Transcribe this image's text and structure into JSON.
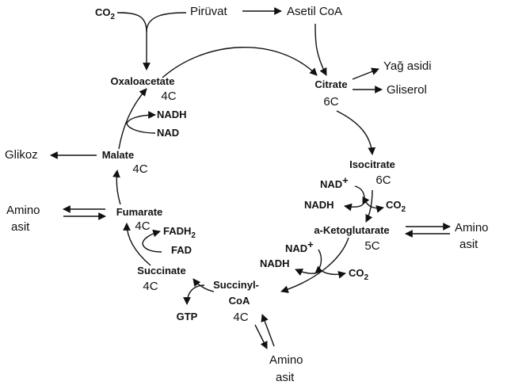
{
  "colors": {
    "ink": "#111111",
    "background": "#ffffff"
  },
  "inputs": {
    "co2": {
      "base": "CO",
      "sub": "2"
    },
    "piruvat": "Pirüvat",
    "asetil_coa": "Asetil CoA"
  },
  "intermediates": {
    "oxaloacetate": {
      "name": "Oxaloacetate",
      "carbons": "4C"
    },
    "citrate": {
      "name": "Citrate",
      "carbons": "6C"
    },
    "isocitrate": {
      "name": "Isocitrate",
      "carbons": "6C"
    },
    "ketoglutarate": {
      "name": "a-Ketoglutarate",
      "carbons": "5C"
    },
    "succinyl_coa": {
      "name_line1": "Succinyl-",
      "name_line2": "CoA",
      "carbons": "4C"
    },
    "succinate": {
      "name": "Succinate",
      "carbons": "4C"
    },
    "fumarate": {
      "name": "Fumarate",
      "carbons": "4C"
    },
    "malate": {
      "name": "Malate",
      "carbons": "4C"
    }
  },
  "outputs": {
    "yag_asidi": "Yağ asidi",
    "gliserol": "Gliserol",
    "glikoz": "Glikoz",
    "amino_left": {
      "line1": "Amino",
      "line2": "asit"
    },
    "amino_right": {
      "line1": "Amino",
      "line2": "asit"
    },
    "amino_bottom": {
      "line1": "Amino",
      "line2": "asit"
    }
  },
  "cofactors": {
    "nadh_mal": "NADH",
    "nad_mal": "NAD",
    "nad_iso": {
      "base": "NAD",
      "sup": "+"
    },
    "nadh_iso": "NADH",
    "co2_iso": {
      "base": "CO",
      "sub": "2"
    },
    "nad_kg": {
      "base": "NAD",
      "sup": "+"
    },
    "nadh_kg": "NADH",
    "co2_kg": {
      "base": "CO",
      "sub": "2"
    },
    "fadh2": {
      "base": "FADH",
      "sub": "2"
    },
    "fad": "FAD",
    "gtp": "GTP"
  }
}
